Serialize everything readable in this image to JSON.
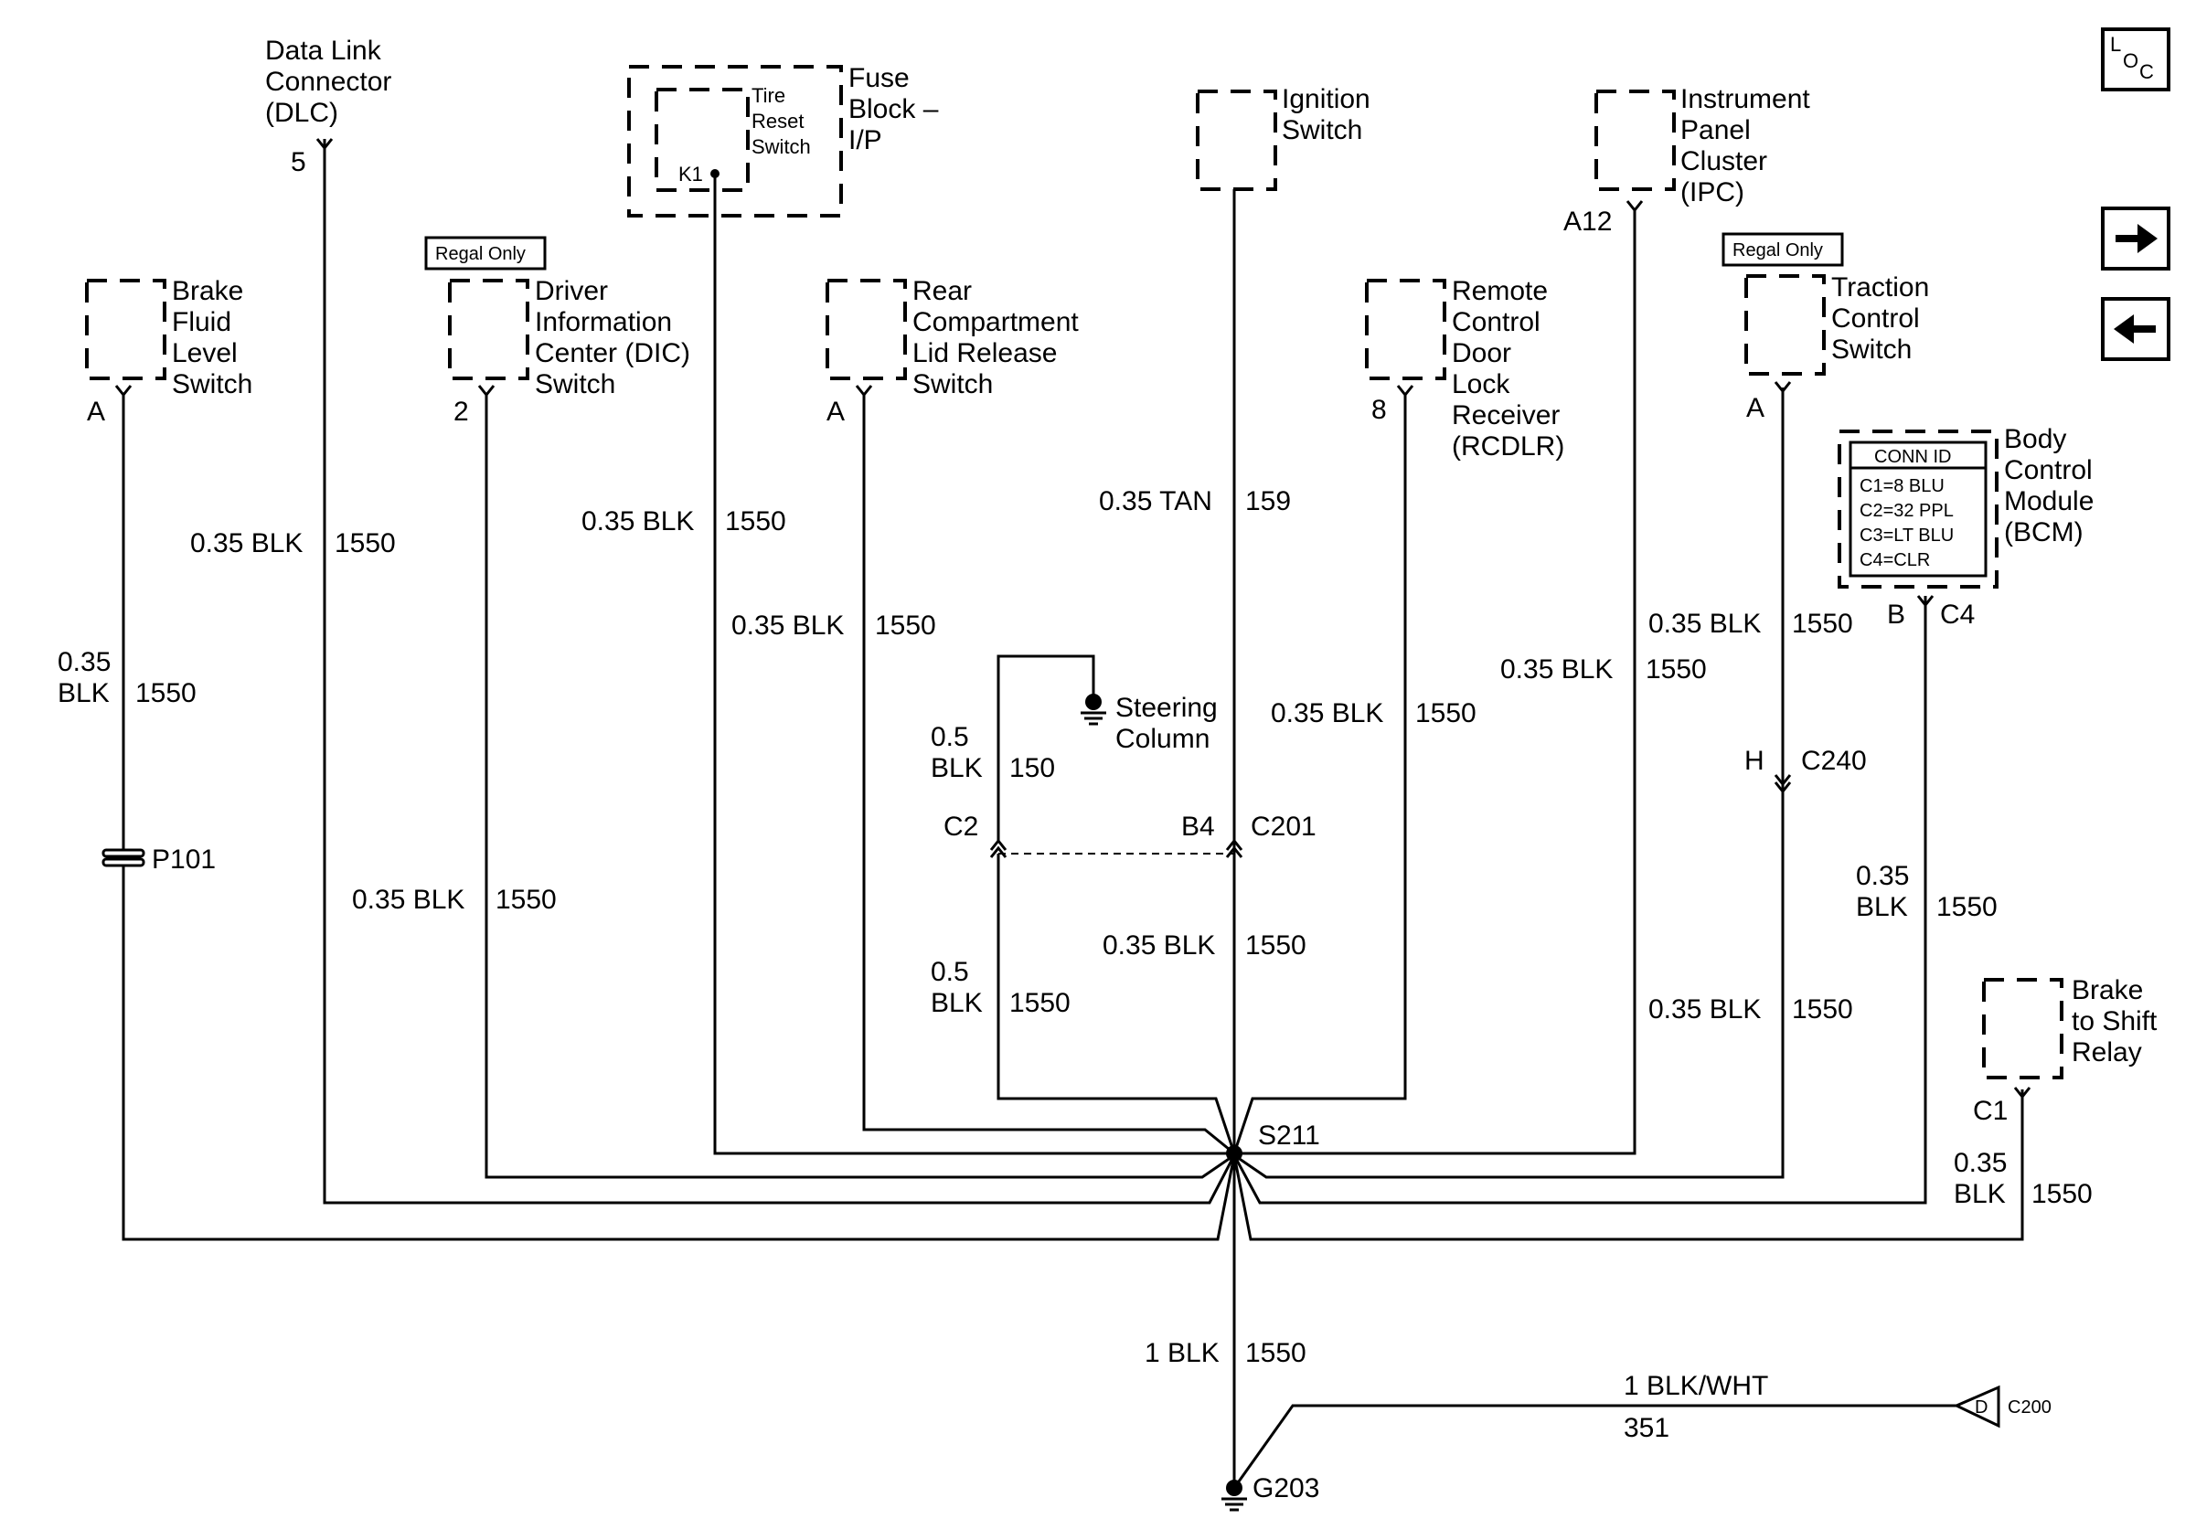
{
  "components": {
    "dlc": {
      "lines": [
        "Data Link",
        "Connector",
        "(DLC)"
      ],
      "pin": "5"
    },
    "fuse_block": {
      "lines": [
        "Fuse",
        "Block –",
        "I/P"
      ],
      "inner_lines": [
        "Tire",
        "Reset",
        "Switch"
      ],
      "pin": "K1"
    },
    "ignition": {
      "lines": [
        "Ignition",
        "Switch"
      ]
    },
    "ipc": {
      "lines": [
        "Instrument",
        "Panel",
        "Cluster",
        "(IPC)"
      ],
      "pin": "A12"
    },
    "brake_fluid": {
      "lines": [
        "Brake",
        "Fluid",
        "Level",
        "Switch"
      ],
      "pin": "A"
    },
    "dic": {
      "lines": [
        "Driver",
        "Information",
        "Center (DIC)",
        "Switch"
      ],
      "pin": "2",
      "tag": "Regal Only"
    },
    "rear_lid": {
      "lines": [
        "Rear",
        "Compartment",
        "Lid Release",
        "Switch"
      ],
      "pin": "A"
    },
    "rcdlr": {
      "lines": [
        "Remote",
        "Control",
        "Door",
        "Lock",
        "Receiver",
        "(RCDLR)"
      ],
      "pin": "8"
    },
    "traction": {
      "lines": [
        "Traction",
        "Control",
        "Switch"
      ],
      "pin": "A",
      "tag": "Regal Only"
    },
    "bcm": {
      "lines": [
        "Body",
        "Control",
        "Module",
        "(BCM)"
      ],
      "conn_title": "CONN ID",
      "conn_rows": [
        "C1=8 BLU",
        "C2=32 PPL",
        "C3=LT BLU",
        "C4=CLR"
      ],
      "pin": "B",
      "conn": "C4"
    },
    "brake_shift": {
      "lines": [
        "Brake",
        "to Shift",
        "Relay"
      ],
      "pin": "C1"
    }
  },
  "wires": {
    "dlc": {
      "gauge": "0.35 BLK",
      "circuit": "1550"
    },
    "brake_fluid": {
      "gauge_lines": [
        "0.35",
        "BLK"
      ],
      "circuit": "1550"
    },
    "dic": {
      "gauge": "0.35 BLK",
      "circuit": "1550"
    },
    "tire_reset": {
      "gauge": "0.35 BLK",
      "circuit": "1550"
    },
    "rear_lid": {
      "gauge": "0.35 BLK",
      "circuit": "1550"
    },
    "ignition": {
      "gauge": "0.35 TAN",
      "circuit": "159"
    },
    "steering_upper": {
      "gauge_lines": [
        "0.5",
        "BLK"
      ],
      "circuit": "150"
    },
    "steering_lower": {
      "gauge_lines": [
        "0.5",
        "BLK"
      ],
      "circuit": "1550"
    },
    "center_lower": {
      "gauge": "0.35 BLK",
      "circuit": "1550"
    },
    "rcdlr": {
      "gauge": "0.35 BLK",
      "circuit": "1550"
    },
    "ipc": {
      "gauge": "0.35 BLK",
      "circuit": "1550"
    },
    "traction_upper": {
      "gauge": "0.35 BLK",
      "circuit": "1550"
    },
    "traction_lower": {
      "gauge": "0.35 BLK",
      "circuit": "1550"
    },
    "bcm": {
      "gauge_lines": [
        "0.35",
        "BLK"
      ],
      "circuit": "1550"
    },
    "brake_shift": {
      "gauge_lines": [
        "0.35",
        "BLK"
      ],
      "circuit": "1550"
    },
    "ground": {
      "gauge": "1 BLK",
      "circuit": "1550"
    },
    "c200": {
      "gauge": "1 BLK/WHT",
      "circuit": "351"
    }
  },
  "connectors": {
    "p101": "P101",
    "c2": "C2",
    "b4": "B4",
    "c201": "C201",
    "h": "H",
    "c240": "C240",
    "c200_pin": "D",
    "c200": "C200"
  },
  "steering_column": {
    "lines": [
      "Steering",
      "Column"
    ]
  },
  "splice": "S211",
  "ground_label": "G203",
  "nav": {
    "loc_l": "L",
    "loc_o": "O",
    "loc_c": "C",
    "next_icon": "arrow-right-icon",
    "prev_icon": "arrow-left-icon"
  }
}
